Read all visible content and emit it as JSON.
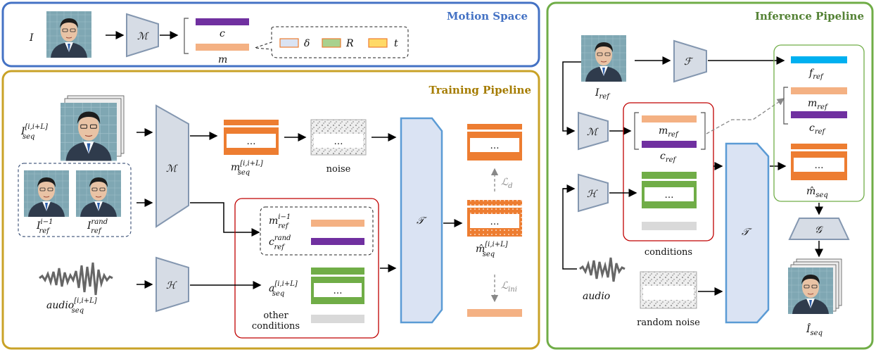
{
  "panels": {
    "motion_space": "Motion Space",
    "training": "Training Pipeline",
    "inference": "Inference Pipeline"
  },
  "colors": {
    "motion_border": "#4472C4",
    "training_border": "#C9A227",
    "inference_border": "#70AD47",
    "orange": "#ED7D31",
    "light_orange": "#F4B183",
    "purple": "#7030A0",
    "green": "#70AD47",
    "cyan": "#00B0F0",
    "gray": "#D9D9D9",
    "red_box": "#C00000",
    "module_fill": "#D6DCE5",
    "module_stroke": "#8497B0",
    "transformer_fill": "#DAE3F3",
    "transformer_stroke": "#5B9BD5"
  },
  "motion": {
    "input": "I",
    "encoder": "ℳ",
    "c": "c",
    "m": "m",
    "delta": "δ",
    "R": "R",
    "t": "t"
  },
  "training": {
    "input_seq": "I",
    "input_seq_sup": "[i,i+L]",
    "input_seq_sub": "seq",
    "ref1": "I",
    "ref1_sup": "i−1",
    "ref1_sub": "ref",
    "ref2": "I",
    "ref2_sup": "rand",
    "ref2_sub": "ref",
    "encoder": "ℳ",
    "audio_encoder": "ℋ",
    "transformer": "𝒯",
    "m_seq": "m",
    "m_seq_sup": "[i,i+L]",
    "m_seq_sub": "seq",
    "noise": "noise",
    "m_ref_i": "m",
    "m_ref_i_sup": "i−1",
    "m_ref_i_sub": "ref",
    "c_ref_rand": "c",
    "c_ref_rand_sup": "rand",
    "c_ref_rand_sub": "ref",
    "a_seq": "a",
    "a_seq_sup": "[i,i+L]",
    "a_seq_sub": "seq",
    "other_conditions_1": "other",
    "other_conditions_2": "conditions",
    "audio": "audio",
    "audio_sup": "[i,i+L]",
    "audio_sub": "seq",
    "m_hat": "m̂",
    "m_hat_sup": "[i,i+L]",
    "m_hat_sub": "seq",
    "loss_d": "ℒ",
    "loss_d_sub": "d",
    "loss_ini": "ℒ",
    "loss_ini_sub": "ini",
    "dots": "…"
  },
  "inference": {
    "I_ref": "I",
    "I_ref_sub": "ref",
    "F": "ℱ",
    "encoder": "ℳ",
    "audio_encoder": "ℋ",
    "transformer": "𝒯",
    "G": "𝒢",
    "f_ref": "f",
    "f_ref_sub": "ref",
    "m_ref": "m",
    "m_ref_sub": "ref",
    "c_ref": "c",
    "c_ref_sub": "ref",
    "m_ref2": "m",
    "m_ref2_sub": "ref",
    "c_ref2": "c",
    "c_ref2_sub": "ref",
    "conditions": "conditions",
    "audio": "audio",
    "random_noise": "random noise",
    "m_hat": "m̂",
    "m_hat_sub": "seq",
    "I_hat": "Î",
    "I_hat_sub": "seq",
    "dots": "…"
  }
}
